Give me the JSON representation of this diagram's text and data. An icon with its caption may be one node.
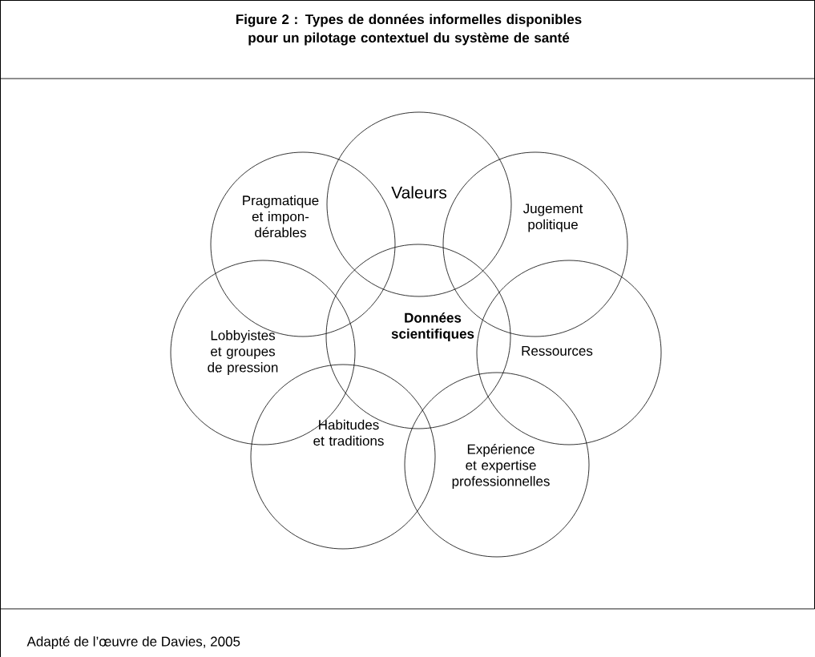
{
  "diagram": {
    "title": "Figure 2 : Types de données informelles disponibles pour un pilotage contextuel du système de santé",
    "caption": "Adapté de l’œuvre de Davies, 2005",
    "nodes": [
      {
        "text": [
          "Valeurs"
        ]
      },
      {
        "text": [
          "Pragmatique et impon-dérables"
        ]
      },
      {
        "text": [
          "Jugement politique"
        ]
      },
      {
        "text": [
          "Lobbyistes et groupes de pression"
        ]
      },
      {
        "text": [
          "Données scientifiques"
        ]
      },
      {
        "text": [
          "Ressources"
        ]
      },
      {
        "text": [
          "Habitudes et traditions"
        ]
      },
      {
        "text": [
          "Expérience et expertise professionnelles"
        ]
      }
    ]
  }
}
